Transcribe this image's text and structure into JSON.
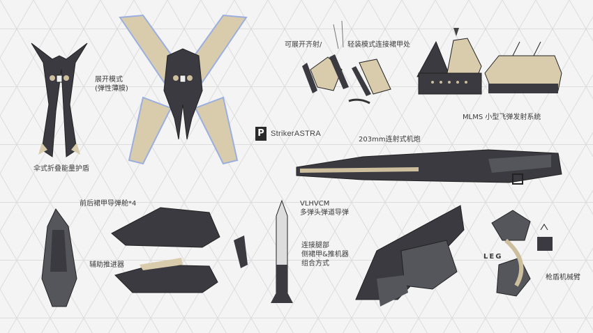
{
  "brand": {
    "badge": "P",
    "name": "StrikerASTRA"
  },
  "labels": {
    "deploy_mode": "展开模式\n(弹性薄膜)",
    "umbrella_shield": "伞式折叠能量护盾",
    "deployable_launch": "可展开齐射/",
    "light_install": "轻装模式连接裙甲处",
    "mlms": "MLMS 小型飞弹发射系统",
    "cannon_203": "203mm连射式机炮",
    "skirt_missile_pod": "前后裙甲导弹舱*4",
    "aux_thruster": "辅助推进器",
    "vlhvcm": "VLHVCM\n多弹头弹道导弹",
    "leg_connect": "连接腿部\n侧裙甲&推机器\n组合方式",
    "gun_shield_arm": "枪盾机械臂",
    "leg_mark": "LEG"
  },
  "colors": {
    "armor_dark": "#3a3a40",
    "armor_mid": "#55555c",
    "beige": "#cdbf9e",
    "membrane": "#d8ccad",
    "membrane_outline": "#9aaee0",
    "background": "#f4f4f4"
  }
}
